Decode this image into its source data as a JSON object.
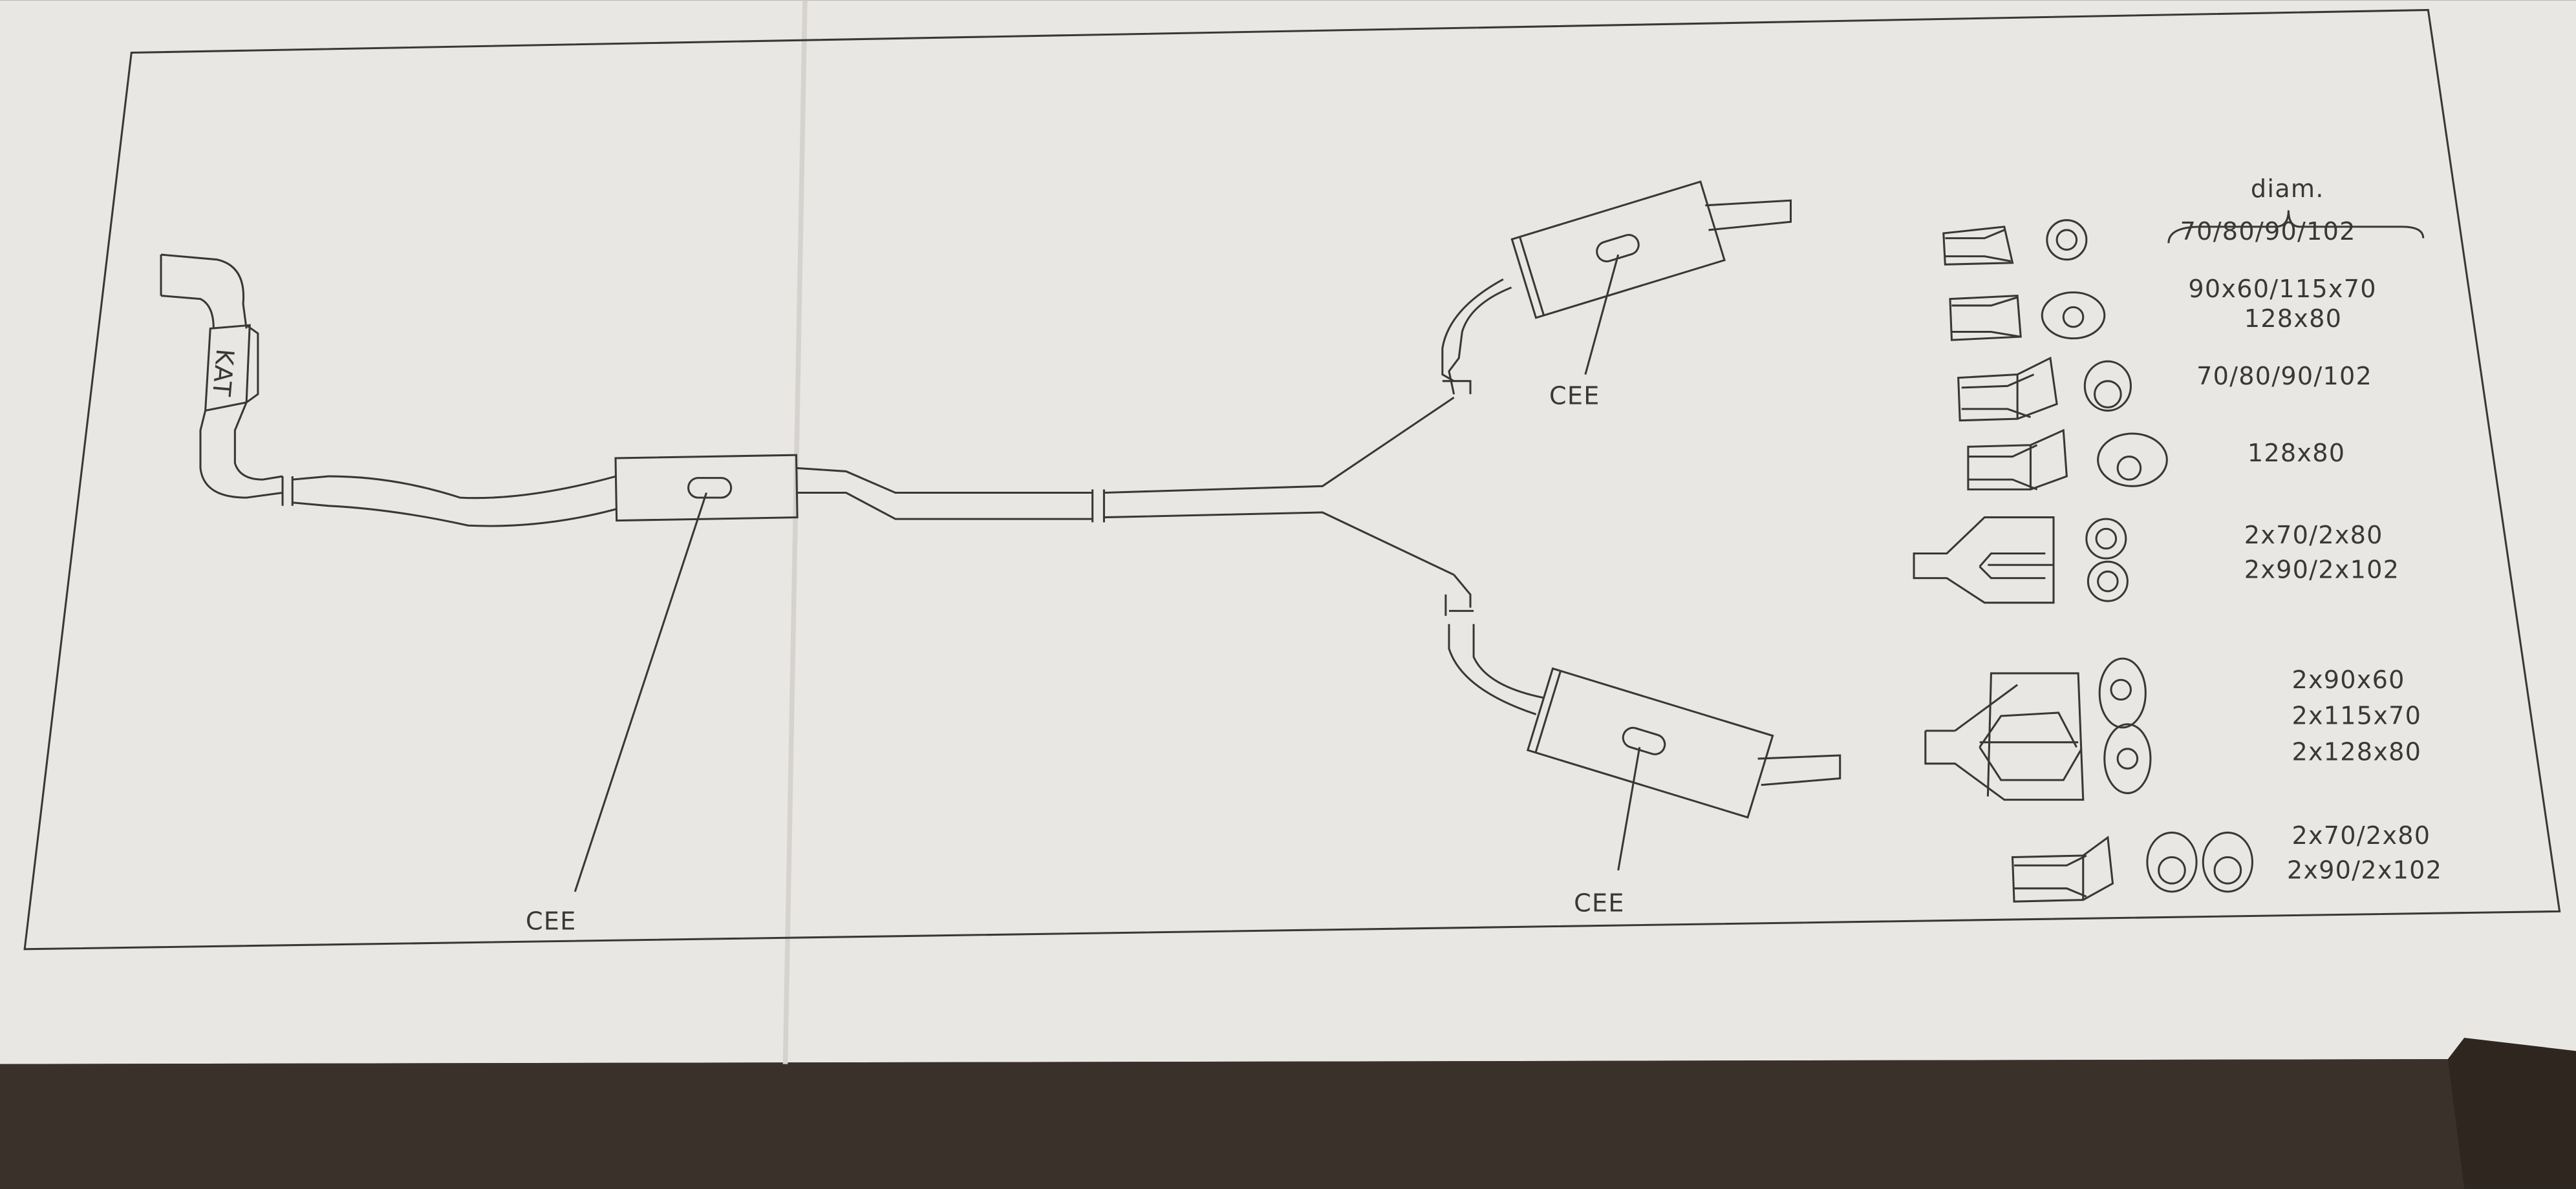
{
  "diagram": {
    "catalyst_label": "KAT",
    "certification_labels": [
      "CEE",
      "CEE",
      "CEE"
    ],
    "legend": {
      "header": "diam.",
      "rows": [
        {
          "lines": [
            "70/80/90/102"
          ]
        },
        {
          "lines": [
            "90x60/115x70",
            "128x80"
          ]
        },
        {
          "lines": [
            "70/80/90/102"
          ]
        },
        {
          "lines": [
            "128x80"
          ]
        },
        {
          "lines": [
            "2x70/2x80",
            "2x90/2x102"
          ]
        },
        {
          "lines": [
            "2x90x60",
            "2x115x70",
            "2x128x80"
          ]
        },
        {
          "lines": [
            "2x70/2x80",
            "2x90/2x102"
          ]
        }
      ]
    }
  }
}
